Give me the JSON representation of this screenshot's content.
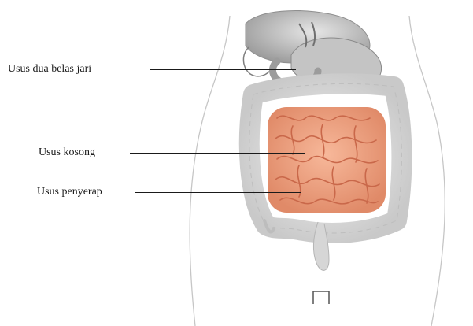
{
  "diagram": {
    "labels": {
      "duodenum": "Usus dua belas jari",
      "jejunum": "Usus kosong",
      "ileum": "Usus penyerap"
    },
    "colors": {
      "body_outline": "#c8c8c8",
      "stomach": "#b9b9b9",
      "colon": "#dcdcdc",
      "small_intestine": "#f0a584",
      "small_intestine_shadow": "#c9684a",
      "leader_line": "#1a1a1a"
    }
  }
}
